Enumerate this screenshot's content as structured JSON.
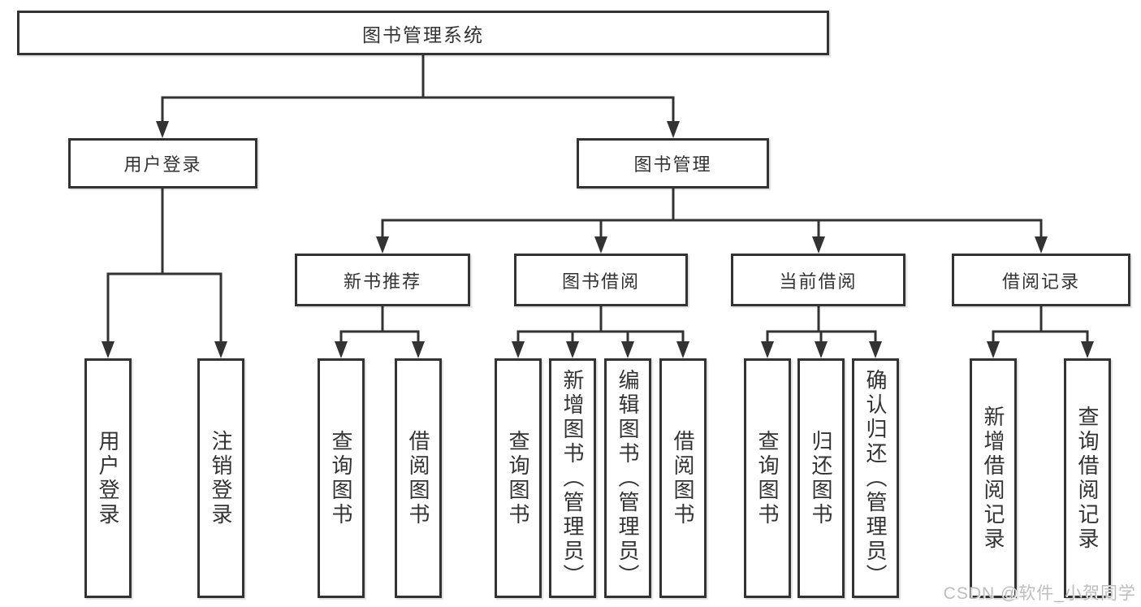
{
  "diagram": {
    "title": "图书管理系统",
    "level2": {
      "user_login": "用户登录",
      "book_management": "图书管理"
    },
    "level3": {
      "new_book_recommend": "新书推荐",
      "book_borrow": "图书借阅",
      "current_borrow": "当前借阅",
      "borrow_records": "借阅记录"
    },
    "leaves": {
      "user_login": "用户登录",
      "logout": "注销登录",
      "rec_query_book": "查询图书",
      "rec_borrow_book": "借阅图书",
      "bb_query_book": "查询图书",
      "bb_add_book": "新增图书（管理员）",
      "bb_edit_book": "编辑图书（管理员）",
      "bb_borrow_book": "借阅图书",
      "cb_query_book": "查询图书",
      "cb_return_book": "归还图书",
      "cb_confirm_return": "确认归还（管理员）",
      "br_add_record": "新增借阅记录",
      "br_query_record": "查询借阅记录"
    },
    "colors": {
      "line": "#333333",
      "text": "#333333",
      "box_background": "#ffffff",
      "watermark": "#bdbdbd"
    }
  },
  "watermark": "CSDN @软件_小贺同学"
}
